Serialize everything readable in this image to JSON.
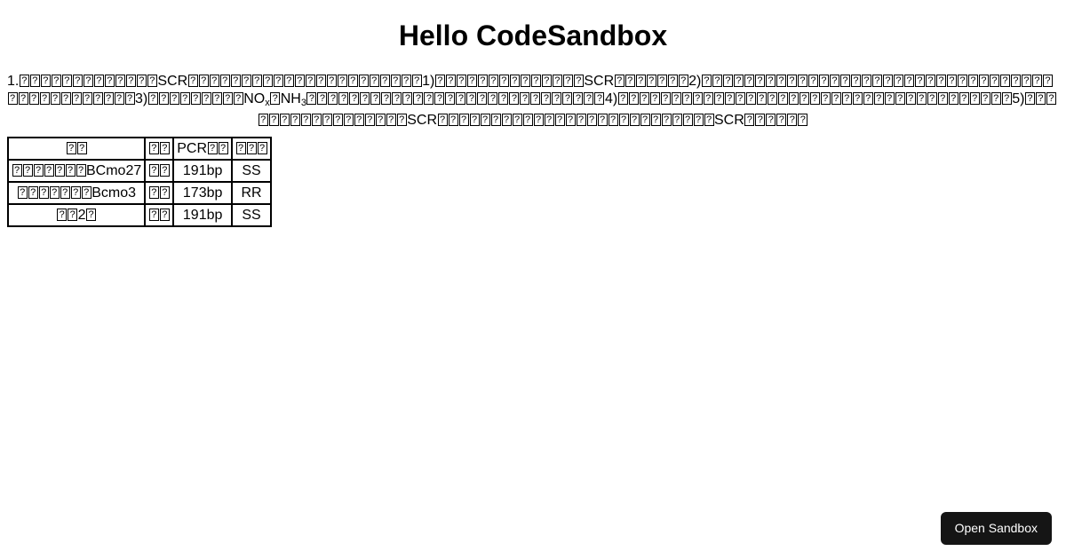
{
  "header": {
    "title": "Hello CodeSandbox"
  },
  "paragraph": {
    "list_marker": "1.",
    "segments": [
      {
        "type": "tofu",
        "count": 13
      },
      {
        "type": "text",
        "value": "SCR"
      },
      {
        "type": "tofu",
        "count": 22
      },
      {
        "type": "text",
        "value": "1)"
      },
      {
        "type": "tofu",
        "count": 14
      },
      {
        "type": "text",
        "value": "SCR"
      },
      {
        "type": "tofu",
        "count": 7
      },
      {
        "type": "text",
        "value": "2)"
      },
      {
        "type": "tofu",
        "count": 45
      },
      {
        "type": "text",
        "value": "3)"
      },
      {
        "type": "tofu",
        "count": 9
      },
      {
        "type": "text",
        "value": "NO"
      },
      {
        "type": "subscript",
        "value": "x"
      },
      {
        "type": "tofu",
        "count": 1
      },
      {
        "type": "text",
        "value": "NH"
      },
      {
        "type": "subscript",
        "value": "3"
      },
      {
        "type": "tofu",
        "count": 28
      },
      {
        "type": "text",
        "value": "4)"
      },
      {
        "type": "tofu",
        "count": 37
      },
      {
        "type": "text",
        "value": "5)"
      },
      {
        "type": "tofu",
        "count": 17
      },
      {
        "type": "text",
        "value": "SCR"
      },
      {
        "type": "tofu",
        "count": 26
      },
      {
        "type": "text",
        "value": "SCR"
      },
      {
        "type": "tofu",
        "count": 6
      }
    ]
  },
  "table": {
    "columns": [
      {
        "key": "name",
        "header_tofu": 2,
        "header_text": ""
      },
      {
        "key": "gene",
        "header_tofu": 2,
        "header_text": ""
      },
      {
        "key": "pcr",
        "header_tofu": 2,
        "header_text": "PCR",
        "text_first": true
      },
      {
        "key": "genotype",
        "header_tofu": 3,
        "header_text": ""
      }
    ],
    "rows": [
      {
        "name_tofu": 7,
        "name_text": "BCmo27",
        "gene_tofu": 2,
        "pcr": "191bp",
        "genotype": "SS"
      },
      {
        "name_tofu": 7,
        "name_text": "Bcmo3",
        "gene_tofu": 2,
        "pcr": "173bp",
        "genotype": "RR"
      },
      {
        "name_tofu_pre": 2,
        "name_text": "2",
        "name_tofu_post": 1,
        "gene_tofu": 2,
        "pcr": "191bp",
        "genotype": "SS"
      }
    ]
  },
  "footer": {
    "open_sandbox_label": "Open Sandbox"
  },
  "colors": {
    "background": "#ffffff",
    "text": "#000000",
    "button_background": "#151515",
    "button_text": "#ffffff",
    "table_border": "#000000"
  }
}
